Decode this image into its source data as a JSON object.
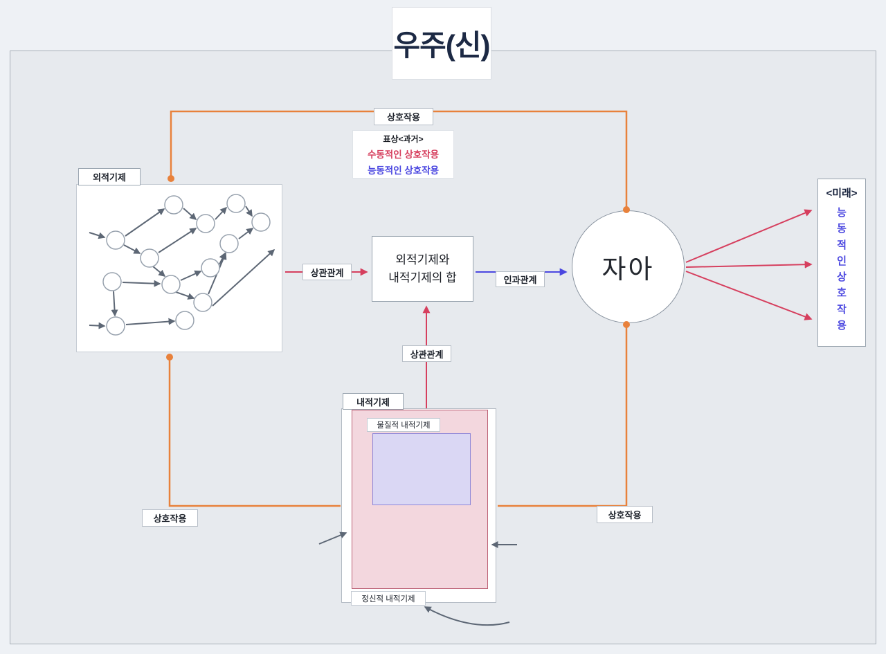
{
  "title": "우주(신)",
  "legend": {
    "heading": "표상<과거>",
    "passive": "수동적인 상호작용",
    "active": "능동적인 상호작용"
  },
  "nodes": {
    "external_label": "외적기제",
    "sum_line1": "외적기제와",
    "sum_line2": "내적기제의 합",
    "self": "자아",
    "internal_label": "내적기제",
    "material_internal": "물질적 내적기제",
    "mental_internal": "정신적 내적기제",
    "future_heading": "<미래>",
    "future_text": "능동적인상호작용"
  },
  "edges": {
    "interaction_top": "상호작용",
    "interaction_left": "상호작용",
    "interaction_right": "상호작용",
    "correlation_left": "상관관계",
    "correlation_bottom": "상관관계",
    "causation": "인과관계"
  },
  "colors": {
    "orange": "#e8813b",
    "red": "#d63f5e",
    "blue": "#4b47e0",
    "gray": "#5d6775"
  }
}
